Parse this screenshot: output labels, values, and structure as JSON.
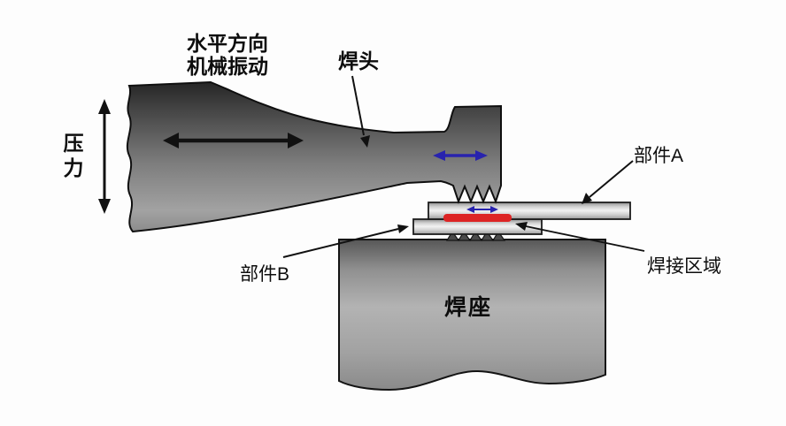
{
  "diagram": {
    "labels": {
      "vibration_line1": "水平方向",
      "vibration_line2": "机械振动",
      "horn": "焊头",
      "pressure": "压力",
      "part_a": "部件A",
      "part_b": "部件B",
      "weld_zone": "焊接区域",
      "anvil": "焊座"
    },
    "colors": {
      "arrow_black": "#141414",
      "arrow_blue": "#2823ae",
      "weld_red": "#dd2424",
      "outline": "#141414"
    }
  }
}
